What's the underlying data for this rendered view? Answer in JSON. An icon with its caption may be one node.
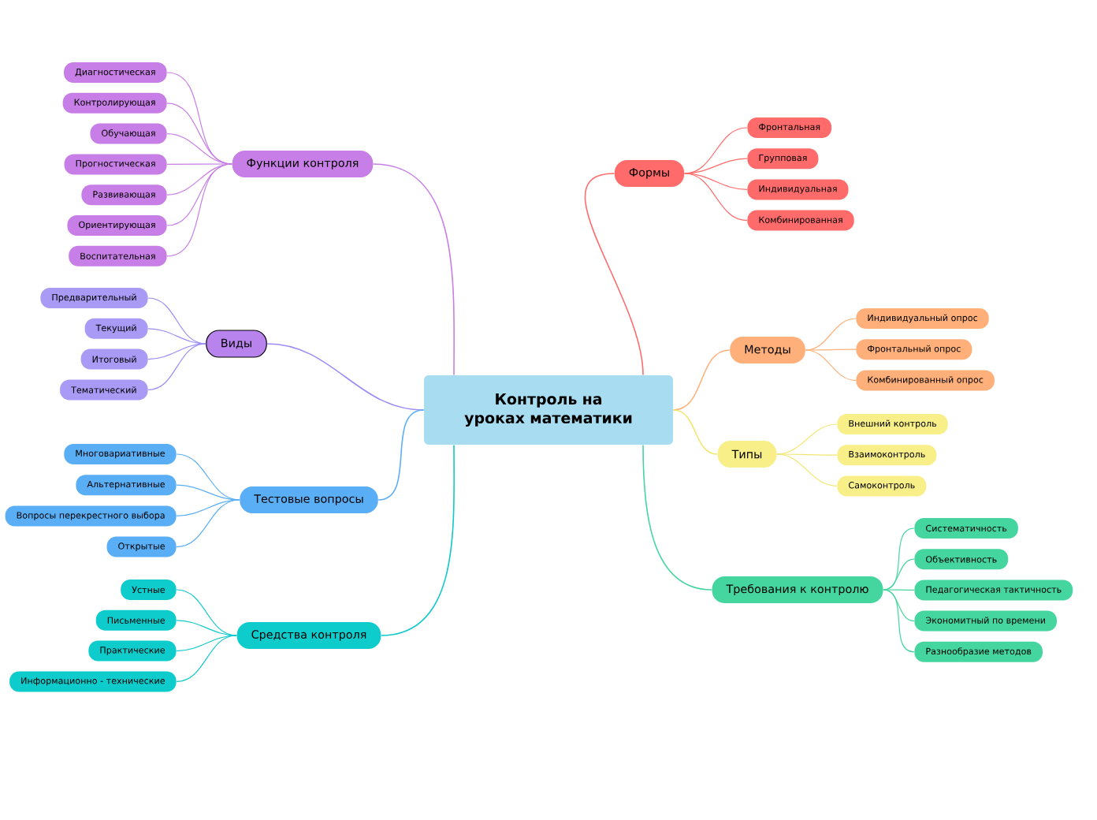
{
  "diagram": {
    "nodes": [
      {
        "text": [
          "Контроль на уроках математики"
        ]
      },
      {
        "text": [
          "Функции контроля"
        ]
      },
      {
        "text": [
          "Диагностическая"
        ]
      },
      {
        "text": [
          "Контролирующая"
        ]
      },
      {
        "text": [
          "Обучающая"
        ]
      },
      {
        "text": [
          "Прогностическая"
        ]
      },
      {
        "text": [
          "Развивающая"
        ]
      },
      {
        "text": [
          "Ориентирующая"
        ]
      },
      {
        "text": [
          "Воспитательная"
        ]
      },
      {
        "text": [
          "Виды"
        ]
      },
      {
        "text": [
          "Предварительный"
        ]
      },
      {
        "text": [
          "Текущий"
        ]
      },
      {
        "text": [
          "Итоговый"
        ]
      },
      {
        "text": [
          "Тематический"
        ]
      },
      {
        "text": [
          "Тестовые вопросы"
        ]
      },
      {
        "text": [
          "Многовариативные"
        ]
      },
      {
        "text": [
          "Альтернативные"
        ]
      },
      {
        "text": [
          "Вопросы перекрестного выбора"
        ]
      },
      {
        "text": [
          "Открытые"
        ]
      },
      {
        "text": [
          "Средства контроля"
        ]
      },
      {
        "text": [
          "Устные"
        ]
      },
      {
        "text": [
          "Письменные"
        ]
      },
      {
        "text": [
          "Практические"
        ]
      },
      {
        "text": [
          "Информационно - технические"
        ]
      },
      {
        "text": [
          "Формы"
        ]
      },
      {
        "text": [
          "Фронтальная"
        ]
      },
      {
        "text": [
          "Групповая"
        ]
      },
      {
        "text": [
          "Индивидуальная"
        ]
      },
      {
        "text": [
          "Комбинированная"
        ]
      },
      {
        "text": [
          "Методы"
        ]
      },
      {
        "text": [
          "Индивидуальный опрос"
        ]
      },
      {
        "text": [
          "Фронтальный опрос"
        ]
      },
      {
        "text": [
          "Комбинированный опрос"
        ]
      },
      {
        "text": [
          "Типы"
        ]
      },
      {
        "text": [
          "Внешний контроль"
        ]
      },
      {
        "text": [
          "Взаимоконтроль"
        ]
      },
      {
        "text": [
          "Самоконтроль"
        ]
      },
      {
        "text": [
          "Требования к контролю"
        ]
      },
      {
        "text": [
          "Систематичность"
        ]
      },
      {
        "text": [
          "Объективность"
        ]
      },
      {
        "text": [
          "Педагогическая тактичность"
        ]
      },
      {
        "text": [
          "Экономитный по времени"
        ]
      },
      {
        "text": [
          "Разнообразие методов"
        ]
      }
    ],
    "edges": [
      {
        "from": 0,
        "to": 1,
        "arrow": "none",
        "color": "#c77ee6"
      },
      {
        "from": 1,
        "to": 2,
        "arrow": "none",
        "color": "#c77ee6"
      },
      {
        "from": 1,
        "to": 3,
        "arrow": "none",
        "color": "#c77ee6"
      },
      {
        "from": 1,
        "to": 4,
        "arrow": "none",
        "color": "#c77ee6"
      },
      {
        "from": 1,
        "to": 5,
        "arrow": "none",
        "color": "#c77ee6"
      },
      {
        "from": 1,
        "to": 6,
        "arrow": "none",
        "color": "#c77ee6"
      },
      {
        "from": 1,
        "to": 7,
        "arrow": "none",
        "color": "#c77ee6"
      },
      {
        "from": 1,
        "to": 8,
        "arrow": "none",
        "color": "#c77ee6"
      },
      {
        "from": 0,
        "to": 9,
        "arrow": "none",
        "color": "#9b8cf5"
      },
      {
        "from": 9,
        "to": 10,
        "arrow": "none",
        "color": "#9b8cf5"
      },
      {
        "from": 9,
        "to": 11,
        "arrow": "none",
        "color": "#9b8cf5"
      },
      {
        "from": 9,
        "to": 12,
        "arrow": "none",
        "color": "#9b8cf5"
      },
      {
        "from": 9,
        "to": 13,
        "arrow": "none",
        "color": "#9b8cf5"
      },
      {
        "from": 0,
        "to": 14,
        "arrow": "none",
        "color": "#5aaef5"
      },
      {
        "from": 14,
        "to": 15,
        "arrow": "none",
        "color": "#5aaef5"
      },
      {
        "from": 14,
        "to": 16,
        "arrow": "none",
        "color": "#5aaef5"
      },
      {
        "from": 14,
        "to": 17,
        "arrow": "none",
        "color": "#5aaef5"
      },
      {
        "from": 14,
        "to": 18,
        "arrow": "none",
        "color": "#5aaef5"
      },
      {
        "from": 0,
        "to": 19,
        "arrow": "none",
        "color": "#0fc8cc"
      },
      {
        "from": 19,
        "to": 20,
        "arrow": "none",
        "color": "#0fc8cc"
      },
      {
        "from": 19,
        "to": 21,
        "arrow": "none",
        "color": "#0fc8cc"
      },
      {
        "from": 19,
        "to": 22,
        "arrow": "none",
        "color": "#0fc8cc"
      },
      {
        "from": 19,
        "to": 23,
        "arrow": "none",
        "color": "#0fc8cc"
      },
      {
        "from": 0,
        "to": 24,
        "arrow": "none",
        "color": "#ff6b6b"
      },
      {
        "from": 24,
        "to": 25,
        "arrow": "none",
        "color": "#ff6b6b"
      },
      {
        "from": 24,
        "to": 26,
        "arrow": "none",
        "color": "#ff6b6b"
      },
      {
        "from": 24,
        "to": 27,
        "arrow": "none",
        "color": "#ff6b6b"
      },
      {
        "from": 24,
        "to": 28,
        "arrow": "none",
        "color": "#ff6b6b"
      },
      {
        "from": 0,
        "to": 29,
        "arrow": "none",
        "color": "#ffb07a"
      },
      {
        "from": 29,
        "to": 30,
        "arrow": "none",
        "color": "#ffb07a"
      },
      {
        "from": 29,
        "to": 31,
        "arrow": "none",
        "color": "#ffb07a"
      },
      {
        "from": 29,
        "to": 32,
        "arrow": "none",
        "color": "#ffb07a"
      },
      {
        "from": 0,
        "to": 33,
        "arrow": "none",
        "color": "#f3e66e"
      },
      {
        "from": 33,
        "to": 34,
        "arrow": "none",
        "color": "#f3e66e"
      },
      {
        "from": 33,
        "to": 35,
        "arrow": "none",
        "color": "#f3e66e"
      },
      {
        "from": 33,
        "to": 36,
        "arrow": "none",
        "color": "#f3e66e"
      },
      {
        "from": 0,
        "to": 37,
        "arrow": "none",
        "color": "#45d6a0"
      },
      {
        "from": 37,
        "to": 38,
        "arrow": "none",
        "color": "#45d6a0"
      },
      {
        "from": 37,
        "to": 39,
        "arrow": "none",
        "color": "#45d6a0"
      },
      {
        "from": 37,
        "to": 40,
        "arrow": "none",
        "color": "#45d6a0"
      },
      {
        "from": 37,
        "to": 41,
        "arrow": "none",
        "color": "#45d6a0"
      },
      {
        "from": 37,
        "to": 42,
        "arrow": "none",
        "color": "#45d6a0"
      }
    ]
  }
}
